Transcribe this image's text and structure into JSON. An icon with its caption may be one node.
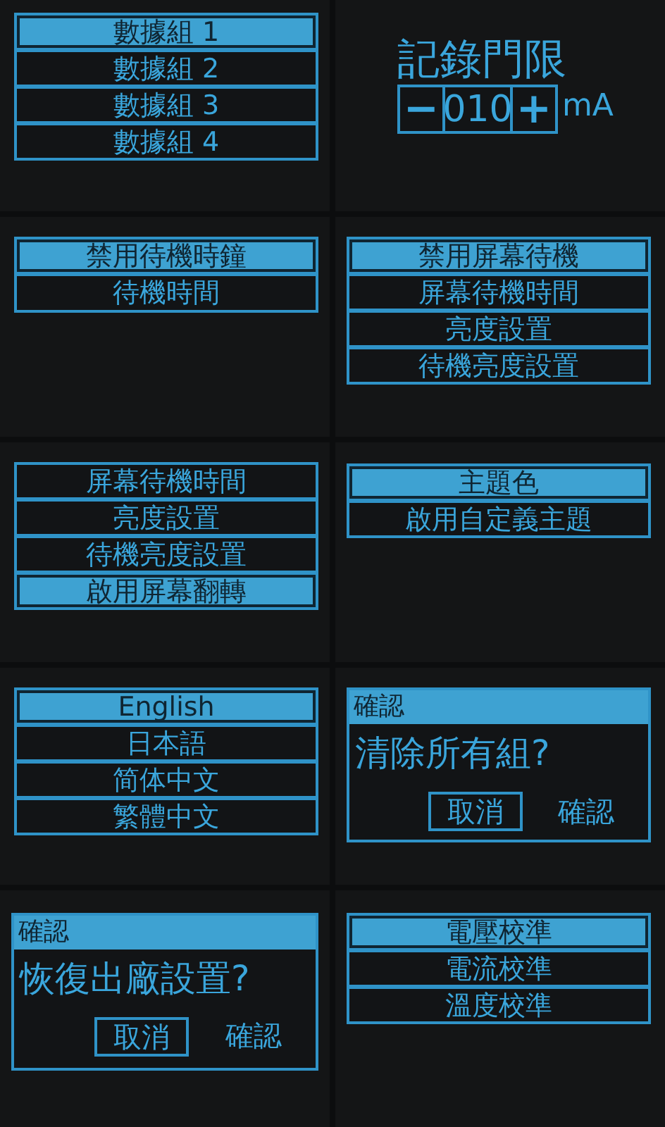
{
  "diagram": {
    "nodes": [
      {
        "text": [
          "數據組 1"
        ]
      },
      {
        "text": [
          "數據組 2"
        ]
      },
      {
        "text": [
          "數據組 3"
        ]
      },
      {
        "text": [
          "數據組 4"
        ]
      },
      {
        "text": [
          "−"
        ]
      },
      {
        "text": [
          "010"
        ]
      },
      {
        "text": [
          "+"
        ]
      },
      {
        "text": [
          "禁用待機時鐘"
        ]
      },
      {
        "text": [
          "待機時間"
        ]
      },
      {
        "text": [
          "禁用屏幕待機"
        ]
      },
      {
        "text": [
          "屏幕待機時間"
        ]
      },
      {
        "text": [
          "亮度設置"
        ]
      },
      {
        "text": [
          "待機亮度設置"
        ]
      },
      {
        "text": [
          "屏幕待機時間"
        ]
      },
      {
        "text": [
          "亮度設置"
        ]
      },
      {
        "text": [
          "待機亮度設置"
        ]
      },
      {
        "text": [
          "啟用屏幕翻轉"
        ]
      },
      {
        "text": [
          "主題色"
        ]
      },
      {
        "text": [
          "啟用自定義主題"
        ]
      },
      {
        "text": [
          "English"
        ]
      },
      {
        "text": [
          "日本語"
        ]
      },
      {
        "text": [
          "简体中文"
        ]
      },
      {
        "text": [
          "繁體中文"
        ]
      },
      {
        "text": [
          "確認",
          "清除所有組?"
        ]
      },
      {
        "text": [
          "取消"
        ],
        "in": 23
      },
      {
        "text": [
          "確認",
          "恢復出廠設置?"
        ]
      },
      {
        "text": [
          "取消"
        ],
        "in": 25
      },
      {
        "text": [
          "電壓校準"
        ]
      },
      {
        "text": [
          "電流校準"
        ]
      },
      {
        "text": [
          "溫度校準"
        ]
      }
    ],
    "labels": [
      "記錄門限",
      "mA",
      "確認",
      "確認"
    ]
  }
}
